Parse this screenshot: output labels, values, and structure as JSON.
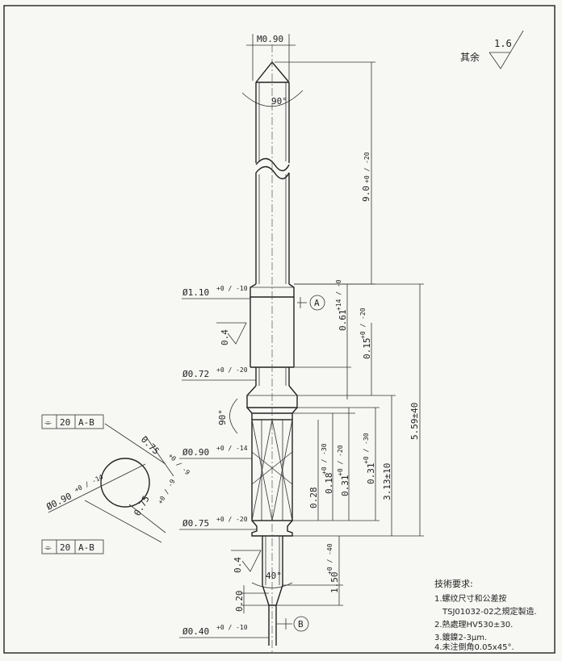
{
  "dimensions": {
    "m090": "M0.90",
    "angle_top": "90°",
    "len_9": "9.0",
    "len_9_tol": "+0 / -20",
    "d110": "Ø1.10",
    "d110_tol": "+0 / -10",
    "ref_a": "A",
    "rough_04_upper": "0.4",
    "len_061": "0.61",
    "len_061_tol": "+14 / -0",
    "len_015": "0.15",
    "len_015_tol": "+0 / -20",
    "d072": "Ø0.72",
    "d072_tol": "+0 / -20",
    "len_559": "5.59±40",
    "angle_mid": "90°",
    "d090": "Ø0.90",
    "d090_tol": "+0 / -14",
    "len_028": "0.28",
    "len_018": "0.18",
    "len_018_tol": "+0 / -30",
    "len_031a": "0.31",
    "len_031a_tol": "+0 / -20",
    "len_031b": "0.31",
    "len_031b_tol": "+0 / -30",
    "len_313": "3.13±10",
    "d075": "Ø0.75",
    "d075_tol": "+0 / -20",
    "rough_04_lower": "0.4",
    "angle_tip": "40°",
    "len_150": "1.50",
    "len_150_tol": "+0 / -40",
    "len_020": "0.20",
    "ref_b": "B",
    "d040": "Ø0.40",
    "d040_tol": "+0 / -10"
  },
  "section_view": {
    "tol_symbol": "⌯",
    "tol_value": "20",
    "tol_datum": "A-B",
    "d_section": "Ø0.90",
    "d_section_tol": "+0 / -14",
    "flat_top": "0.75",
    "flat_top_tol": "+0 / -9",
    "flat_bottom": "0.75",
    "flat_bottom_tol": "+0 / -9"
  },
  "general_roughness": {
    "label": "其余",
    "value": "1.6"
  },
  "notes": {
    "title": "技術要求:",
    "items": [
      "1.螺纹尺寸和公差按",
      "TSJ01032-02之規定製造.",
      "2.熱處理HV530±30.",
      "3.鍍鎳2-3μm.",
      "4.未注倒角0.05x45°."
    ]
  }
}
